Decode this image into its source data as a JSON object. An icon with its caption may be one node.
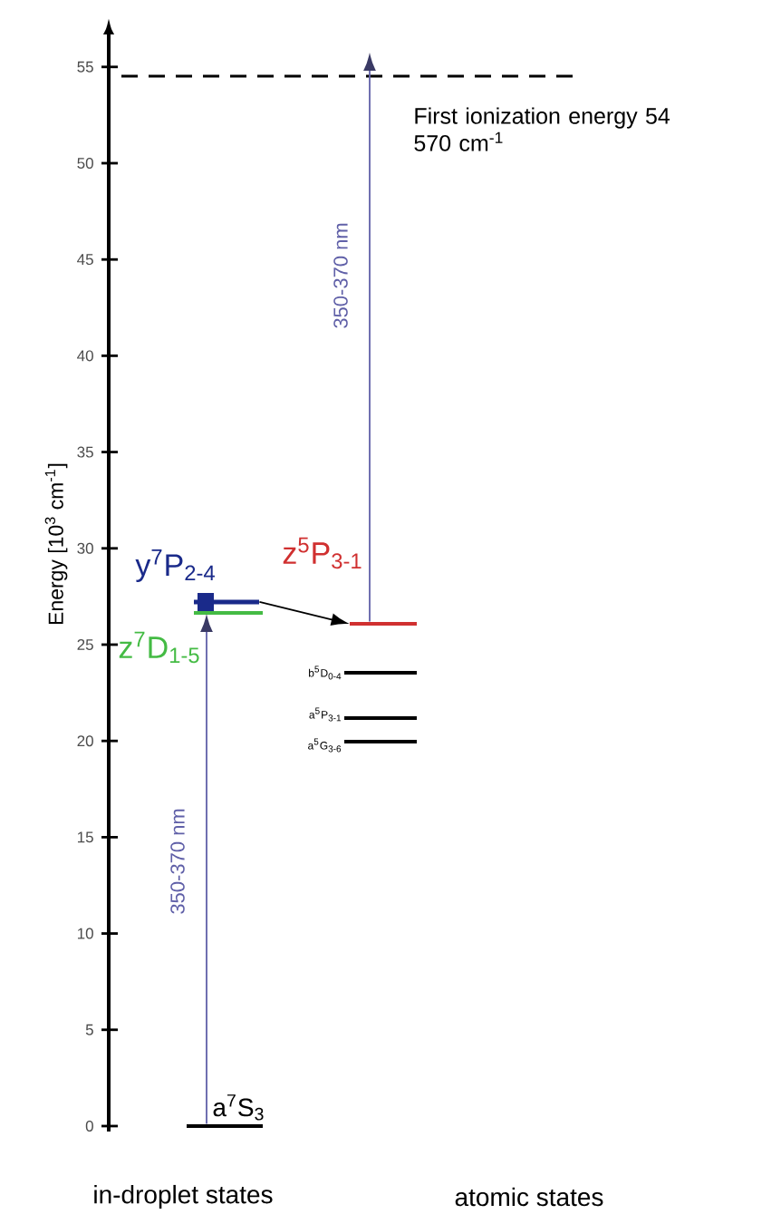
{
  "diagram": {
    "nodes": [
      {
        "text": [
          "First ionization energy 54 570 cm$^{-1}$"
        ]
      },
      {
        "text": [
          "y$^{7}$P$_{2-4}$"
        ]
      },
      {
        "text": [
          "z$^{7}$D$_{1-5}$"
        ]
      },
      {
        "text": [
          "a$^{7}$S$_{3}$"
        ]
      },
      {
        "text": [
          "z$^{5}$P$_{3-1}$"
        ]
      },
      {
        "text": [
          "b$^{5}$D$_{0-4}$"
        ]
      },
      {
        "text": [
          "a$^{5}$P$_{3-1}$"
        ]
      },
      {
        "text": [
          "a$^{5}$G$_{3-6}$"
        ]
      }
    ],
    "edges": [
      {
        "from": 3,
        "to": 1,
        "arrow": "to",
        "label": "350-370 nm",
        "color": "#6060a8"
      },
      {
        "from": 1,
        "to": 4,
        "arrow": "to",
        "color": "#000000"
      },
      {
        "from": 4,
        "to": 0,
        "arrow": "to",
        "label": "350-370 nm",
        "color": "#6060a8"
      }
    ],
    "labels": [
      "0",
      "5",
      "10",
      "15",
      "20",
      "25",
      "30",
      "35",
      "40",
      "45",
      "50",
      "55",
      "Energy [10$^{3}$ cm$^{-1}$]",
      "in-droplet states",
      "atomic states"
    ]
  }
}
